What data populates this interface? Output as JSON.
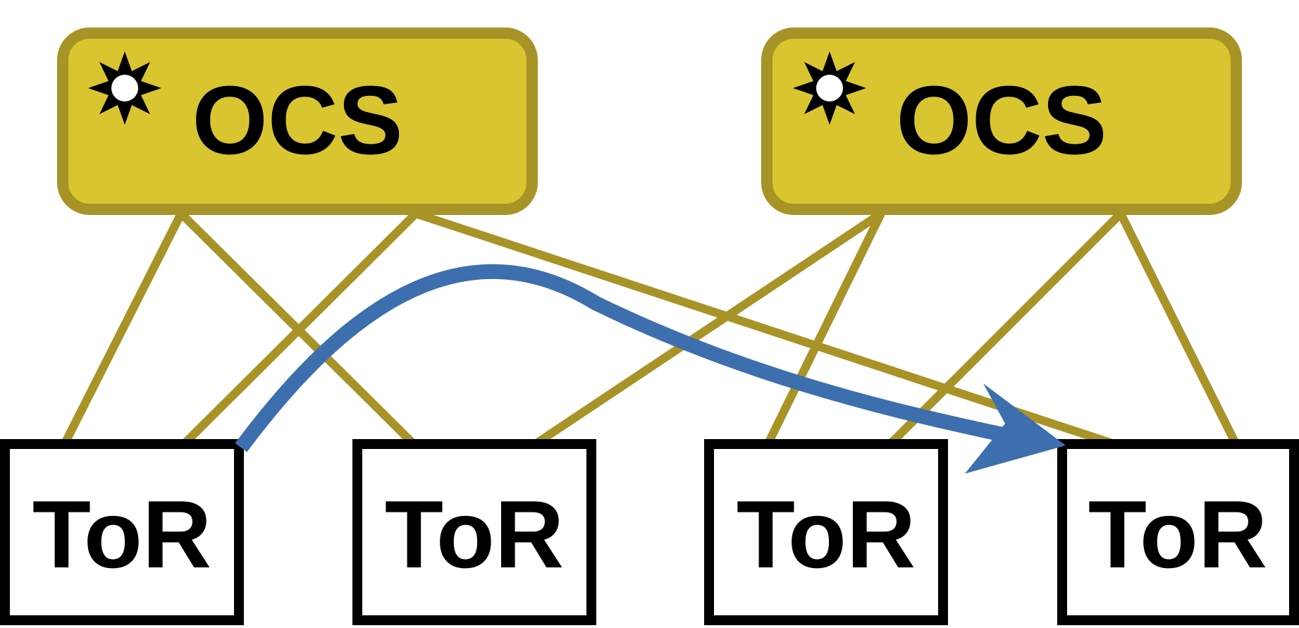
{
  "colors": {
    "background": "#ffffff",
    "ocs_fill": "#d9c52f",
    "ocs_border": "#a89327",
    "link": "#a89327",
    "tor_fill": "#ffffff",
    "tor_border": "#000000",
    "flow_arrow": "#3d6fae",
    "label": "#000000"
  },
  "ocs_switches": [
    {
      "label": "OCS",
      "icon": "sun-icon"
    },
    {
      "label": "OCS",
      "icon": "sun-icon"
    }
  ],
  "tors": [
    {
      "label": "ToR"
    },
    {
      "label": "ToR"
    },
    {
      "label": "ToR"
    },
    {
      "label": "ToR"
    }
  ],
  "links": [
    {
      "ocs": 0,
      "tor": 0
    },
    {
      "ocs": 0,
      "tor": 1
    },
    {
      "ocs": 0,
      "tor": 0
    },
    {
      "ocs": 0,
      "tor": 3
    },
    {
      "ocs": 1,
      "tor": 1
    },
    {
      "ocs": 1,
      "tor": 2
    },
    {
      "ocs": 1,
      "tor": 2
    },
    {
      "ocs": 1,
      "tor": 3
    }
  ],
  "flow": {
    "from_tor": 0,
    "to_tor": 3
  }
}
